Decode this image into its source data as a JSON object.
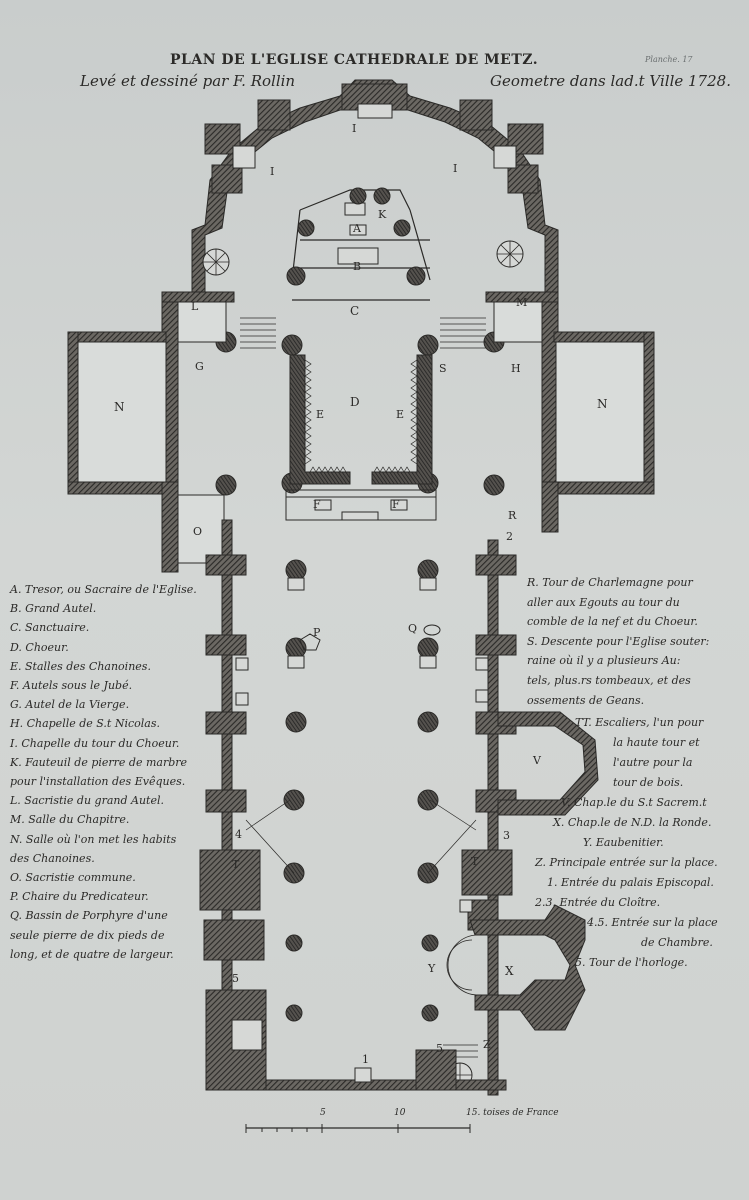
{
  "header": {
    "title": "PLAN DE L'EGLISE CATHEDRALE DE METZ.",
    "subtitle_left": "Levé et dessiné par F. Rollin",
    "subtitle_right": "Geometre dans lad.t Ville 1728.",
    "plate_label": "Planche. 17"
  },
  "plan_labels": {
    "I_top": "I",
    "I_left": "I",
    "I_right": "I",
    "K": "K",
    "A": "A",
    "B": "B",
    "C": "C",
    "D": "D",
    "E_left": "E",
    "E_right": "E",
    "F_left": "F",
    "F_right": "F",
    "L": "L",
    "M": "M",
    "G": "G",
    "H": "H",
    "S": "S",
    "N_left": "N",
    "N_right": "N",
    "O": "O",
    "R": "R",
    "P": "P",
    "Q": "Q",
    "V": "V",
    "T_left": "T",
    "T_right": "T",
    "X": "X",
    "Y": "Y",
    "Z": "Z",
    "n1": "1",
    "n2": "2",
    "n3": "3",
    "n4": "4",
    "n5_left": "5",
    "n5_right": "5"
  },
  "legend_left": [
    "A. Tresor, ou Sacraire de l'Eglise.",
    "B. Grand Autel.",
    "C. Sanctuaire.",
    "D. Choeur.",
    "E. Stalles des Chanoines.",
    "F. Autels sous le Jubé.",
    "G. Autel de la Vierge.",
    "H. Chapelle de S.t Nicolas.",
    "I. Chapelle du tour du Choeur.",
    "K. Fauteuil de pierre de marbre",
    "pour l'installation des Evêques.",
    "L. Sacristie du grand Autel.",
    "M. Salle du Chapitre.",
    "N. Salle où l'on met les habits",
    "des Chanoines.",
    "O. Sacristie commune.",
    "P. Chaire du Predicateur.",
    "Q. Bassin de Porphyre d'une",
    "seule pierre de dix pieds de",
    "long, et de quatre de largeur."
  ],
  "legend_right_a": [
    "R. Tour de Charlemagne pour",
    "aller aux Egouts au tour du",
    "comble de la nef et du Choeur.",
    "S. Descente pour l'Eglise souter:",
    "raine où il y a plusieurs Au:",
    "tels, plus.rs tombeaux, et des",
    "ossements de Geans."
  ],
  "legend_right_b": [
    "TT. Escaliers, l'un pour",
    "la haute tour et",
    "l'autre pour la",
    "tour de bois.",
    "V. Chap.le du S.t Sacrem.t",
    "X. Chap.le de N.D. la Ronde.",
    "Y. Eaubenitier.",
    "Z. Principale entrée sur la place.",
    "1. Entrée du palais Episcopal.",
    "2.3. Entrée du Cloître.",
    "4.5. Entrée sur la place",
    "de Chambre.",
    "5. Tour de l'horloge."
  ],
  "scale": {
    "t5": "5",
    "t10": "10",
    "t15": "15. toises de France"
  },
  "colors": {
    "ink": "#2b2a28",
    "paper": "#cdd1d0",
    "hatch": "#3a3836"
  }
}
